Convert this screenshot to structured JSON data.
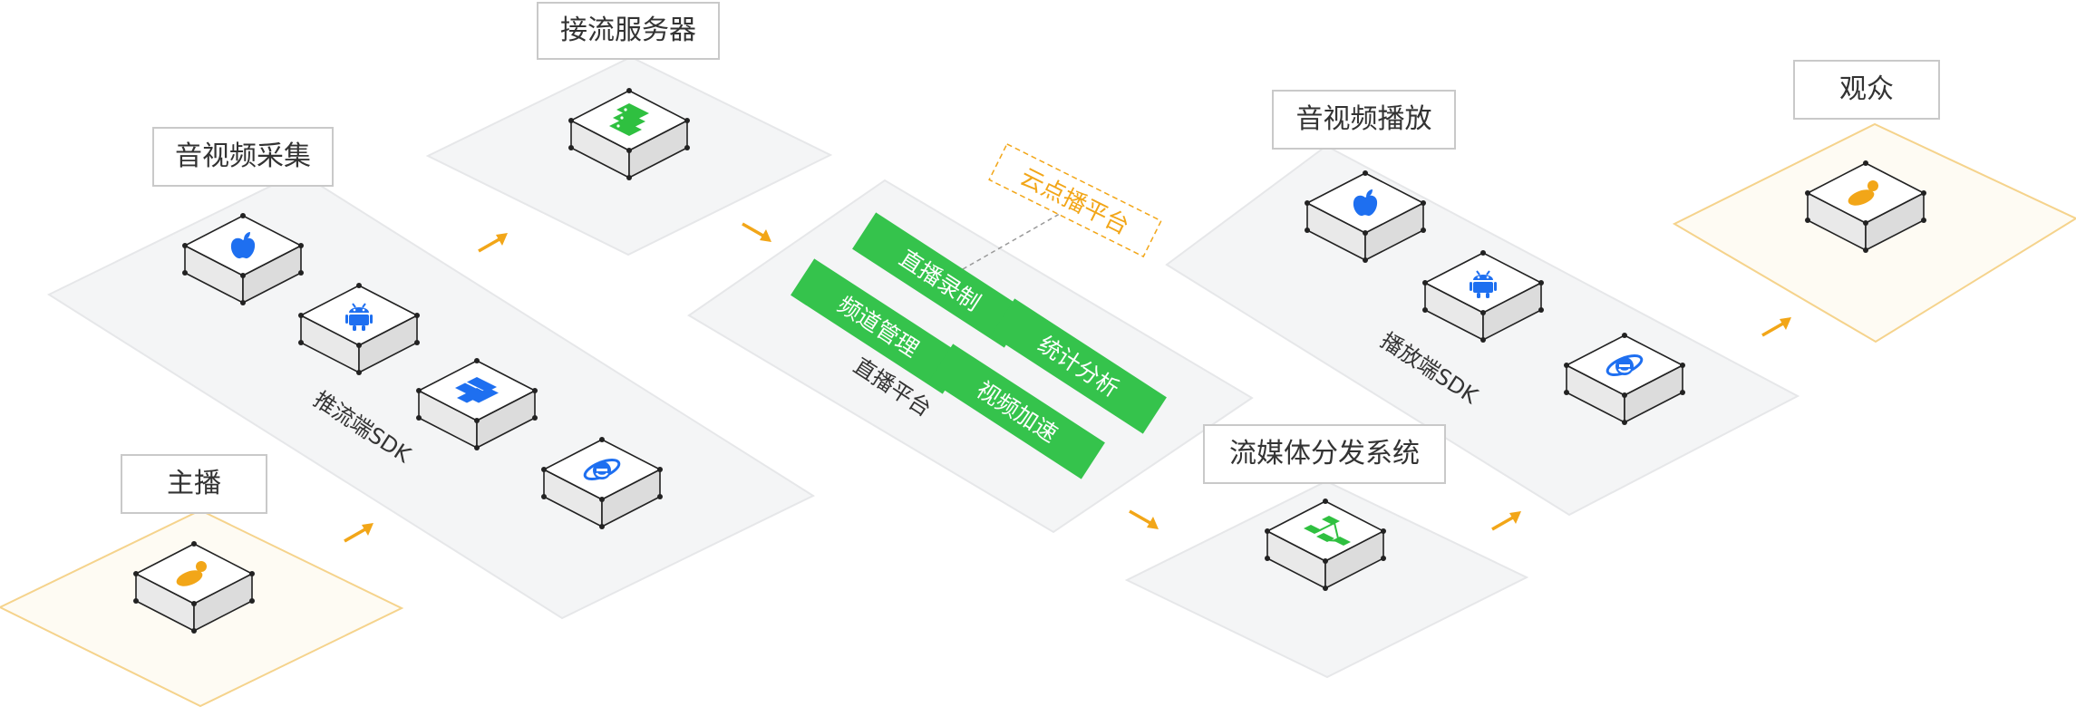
{
  "colors": {
    "panel_fill": "#f4f5f6",
    "panel_stroke": "#e6e7e9",
    "person_fill": "#fefbf3",
    "person_stroke": "#f5d38c",
    "accent_orange": "#f2a618",
    "module_green": "#35c34c",
    "icon_blue": "#1e6ff0",
    "icon_green": "#2fc040",
    "box_stroke": "#222222"
  },
  "labels": {
    "streamer": "主播",
    "capture": "音视频采集",
    "ingest_server": "接流服务器",
    "playback": "音视频播放",
    "distribution": "流媒体分发系统",
    "audience": "观众"
  },
  "tags": {
    "push_sdk": "推流端SDK",
    "live_platform": "直播平台",
    "play_sdk": "播放端SDK",
    "vod_platform": "云点播平台"
  },
  "modules": {
    "recording": "直播录制",
    "channel": "频道管理",
    "stats": "统计分析",
    "acceleration": "视频加速"
  },
  "icons": {
    "person": "user-icon",
    "apple": "apple-icon",
    "android": "android-icon",
    "windows": "windows-icon",
    "ie": "ie-browser-icon",
    "server": "server-icon",
    "network": "network-icon",
    "arrow": "arrow-icon"
  }
}
